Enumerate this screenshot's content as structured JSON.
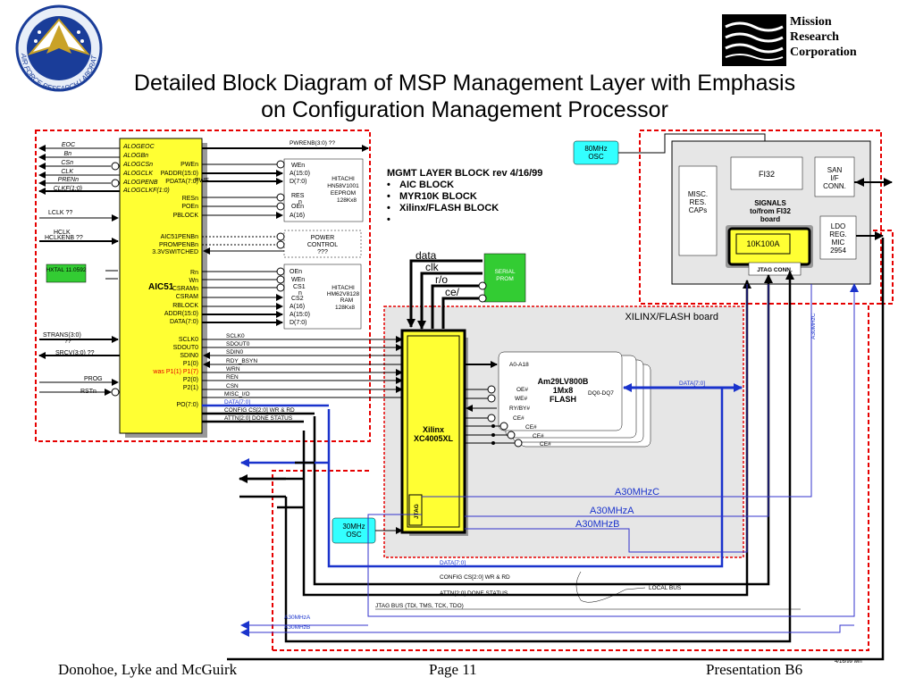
{
  "header": {
    "title_line1": "Detailed Block Diagram of MSP Management Layer with Emphasis",
    "title_line2": "on Configuration Management Processor",
    "seal_text": "AIR FORCE RESEARCH LABORATORY",
    "company_line1": "Mission",
    "company_line2": "Research",
    "company_line3": "Corporation"
  },
  "footer": {
    "authors": "Donohoe, Lyke and McGuirk",
    "page": "Page 11",
    "presentation": "Presentation B6",
    "date_note": "4/16/99 wlh"
  },
  "mgmt_block": {
    "heading": "MGMT LAYER BLOCK rev 4/16/99",
    "items": [
      "AIC BLOCK",
      "MYR10K BLOCK",
      "Xilinx/FLASH BLOCK",
      ""
    ]
  },
  "aic": {
    "name": "AIC51",
    "left_pins": [
      "ALOGEOC",
      "ALOGBn",
      "ALOGCSn",
      "ALOGCLK",
      "ALOGPENB",
      "ALOGCLKF(1:0)"
    ],
    "ext_left": [
      "EOC",
      "Bn",
      "CSn",
      "CLK",
      "PRENn",
      "CLKF(1:0)"
    ],
    "right_pins_a": [
      "PWEn",
      "PADDR(15:0)",
      "PDATA(7:0)",
      "RESn",
      "POEn",
      "PBLOCK"
    ],
    "power_pins": [
      "AIC51PENBn",
      "PROMPENBn",
      "3.3VSWITCHED"
    ],
    "right_pins_b": [
      "Rn",
      "Wn",
      "CSRAMn",
      "CSRAM",
      "RBLOCK",
      "ADDR(15:0)",
      "DATA(7:0)"
    ],
    "right_pins_c": [
      "SCLK0",
      "SDOUT0",
      "SDIN0",
      "P1(0)",
      "was P1(1) P1(7)",
      "P2(0)",
      "P2(1)",
      "PO(7:0)"
    ],
    "extra_pwe": "PWE",
    "lcs": "n",
    "lcs2": "n",
    "lcs3": "n"
  },
  "left_signals": {
    "lclk": "LCLK ??",
    "hclk": "HCLK",
    "hclkenb": "HCLKENB ??",
    "xtal": "HXTAL 11.0592",
    "strans": "STRANS(3:0)",
    "strans2": "??",
    "srcv": "SRCV(3:0) ??",
    "prog": "PROG",
    "rstn": "RSTn"
  },
  "eeprom": {
    "pins": [
      "WEn",
      "A(15:0)",
      "D(7:0)",
      "RES",
      "OEn",
      "A(16)"
    ],
    "label": "HITACHI HN58V1001 EEPROM 128Kx8",
    "res_n": "n",
    "lines": [
      "HITACHI",
      "HN58V1001",
      "EEPROM",
      "128Kx8"
    ]
  },
  "power_control": {
    "lines": [
      "POWER",
      "CONTROL",
      "???"
    ]
  },
  "ram": {
    "pins": [
      "OEn",
      "WEn",
      "CS1",
      "CS2",
      "A(16)",
      "A(15:0)",
      "D(7:0)"
    ],
    "cs1_n": "n",
    "lines": [
      "HITACHI",
      "HM62V8128",
      "RAM",
      "128Kx8"
    ]
  },
  "pwrenb_label": "PWRENB(3:0) ??",
  "bus_labels": [
    "SCLK0",
    "SDOUT0",
    "SDIN0",
    "RDY_BSYN",
    "WRN",
    "REN",
    "CSN",
    "MISC_I/O",
    "DATA[7:0]",
    "CONFIG CS[2:0] WR & RD",
    "ATTN[2:0] DONE STATUS"
  ],
  "osc80": {
    "lines": [
      "80MHz",
      "OSC"
    ]
  },
  "osc30": {
    "lines": [
      "30MHz",
      "OSC"
    ]
  },
  "myr": {
    "fi32": "FI32",
    "san": [
      "SAN",
      "I/F",
      "CONN."
    ],
    "misc": [
      "MISC.",
      "RES.",
      "CAPs"
    ],
    "signals": [
      "SIGNALS",
      "to/from FI32",
      "board"
    ],
    "chip": "10K100A",
    "ldo": [
      "LDO",
      "REG.",
      "MIC",
      "2954"
    ],
    "jtag": "JTAG CONN."
  },
  "xilinx_board": {
    "label": "XILINX/FLASH board",
    "xilinx": [
      "Xilinx",
      "XC4005XL"
    ],
    "jtag": "JTAG",
    "prom": [
      "SERIAL",
      "PROM"
    ],
    "prom_pins": [
      "data",
      "clk",
      "r/o",
      "ce/"
    ],
    "flash_title": [
      "Am29LV800B",
      "1Mx8",
      "FLASH"
    ],
    "flash_pins": [
      "A0-A18",
      "OE#",
      "WE#",
      "RY/BY#",
      "CE#",
      "CE#",
      "CE#",
      "CE#",
      "DQ0-DQ7"
    ],
    "data_label": "DATA[7:0]"
  },
  "clock_labels": [
    "A30MHzC",
    "A30MHzA",
    "A30MHzB",
    "A30MHzC"
  ],
  "bottom_labels": [
    "DATA[7:0]",
    "CONFIG CS[2:0] WR & RD",
    "ATTN[2:0] DONE STATUS",
    "JTAG BUS (TDI, TMS, TCK, TDO)",
    "A30MHzA",
    "A30MHzB",
    "LOCAL BUS"
  ],
  "colors": {
    "chip_yellow": "#ffff33",
    "board_gray": "#e6e6e6",
    "osc_cyan": "#33ffff",
    "prom_green": "#33cc33",
    "xtal_green": "#33cc33",
    "dashed_red": "#e60000",
    "bus_blue": "#1a33cc",
    "clock_blue": "#3333cc"
  }
}
